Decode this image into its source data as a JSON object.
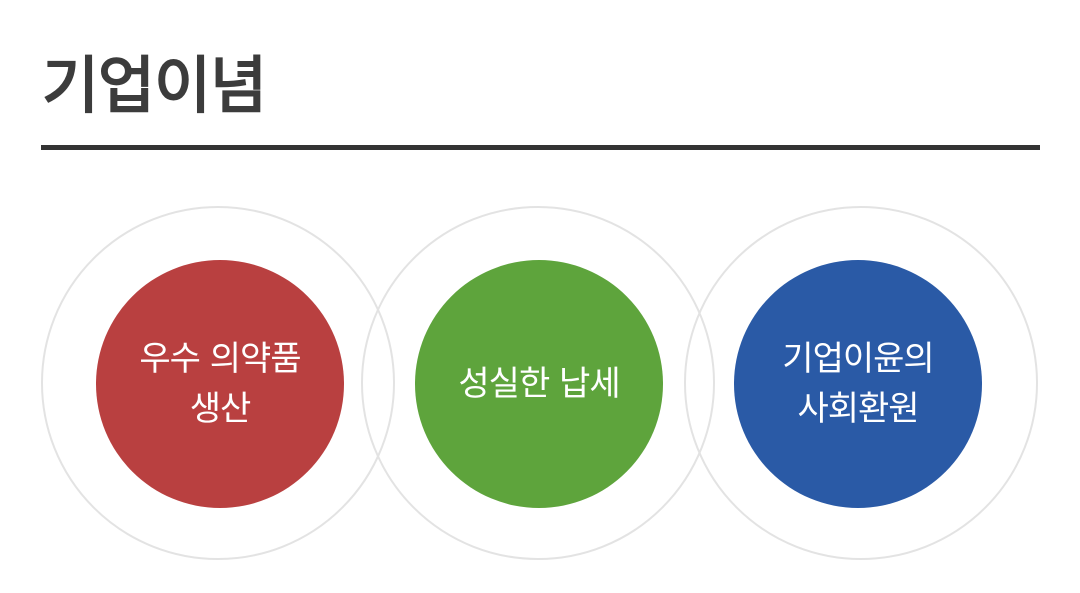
{
  "page": {
    "title": "기업이념"
  },
  "values": [
    {
      "line1": "우수 의약품",
      "line2": "생산",
      "color": "#b94040"
    },
    {
      "line1": "성실한 납세",
      "line2": "",
      "color": "#5ea43c"
    },
    {
      "line1": "기업이윤의",
      "line2": "사회환원",
      "color": "#2a5aa6"
    }
  ]
}
